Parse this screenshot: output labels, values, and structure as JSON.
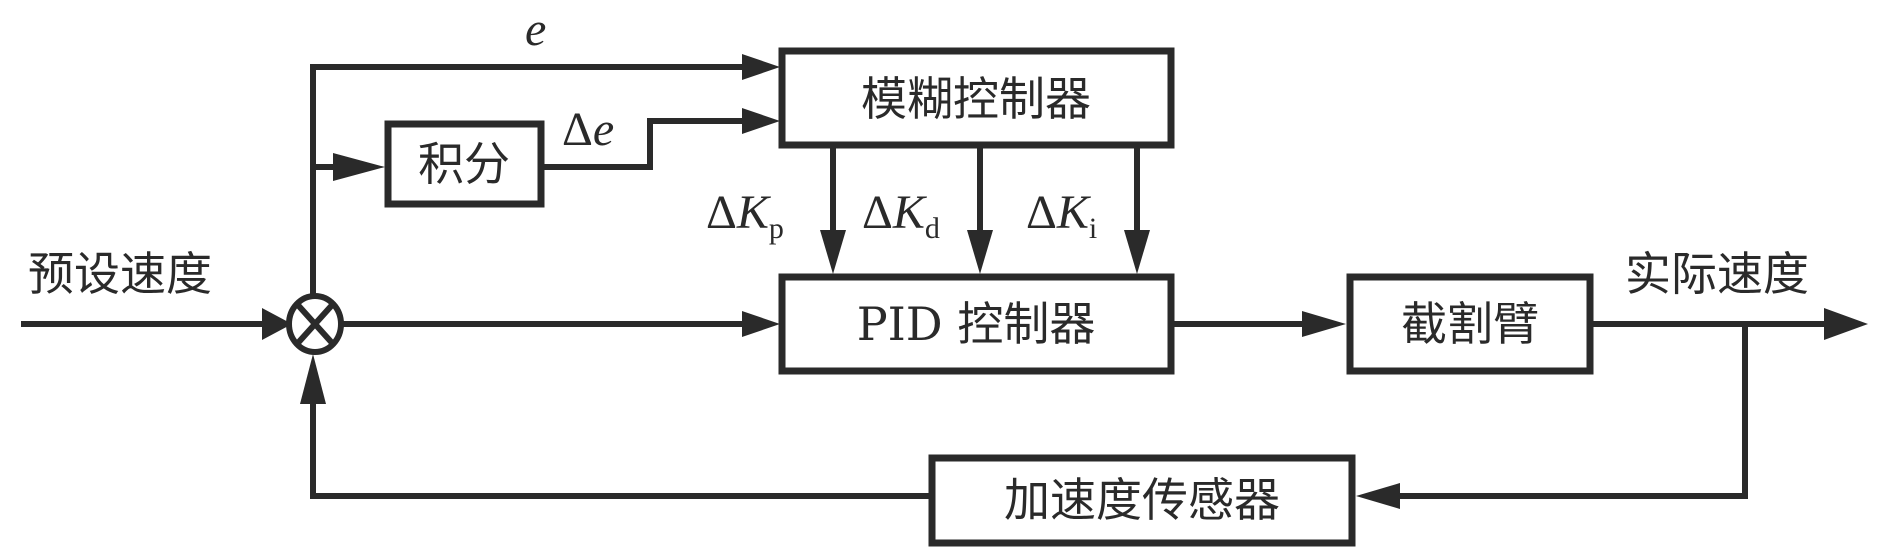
{
  "diagram": {
    "title": "",
    "blocks": {
      "fuzzy_controller": "模糊控制器",
      "integral": "积分",
      "pid_controller": "PID 控制器",
      "cutting_arm": "截割臂",
      "accel_sensor": "加速度传感器"
    },
    "signals": {
      "input": "预设速度",
      "output": "实际速度",
      "error": "e",
      "delta_e_prefix": "Δ",
      "delta_e_var": "e",
      "kp_prefix": "Δ",
      "kp_var": "K",
      "kp_sub": "p",
      "kd_prefix": "Δ",
      "kd_var": "K",
      "kd_sub": "d",
      "ki_prefix": "Δ",
      "ki_var": "K",
      "ki_sub": "i"
    },
    "junction_symbol": "multiply-cross",
    "colors": {
      "stroke": "#2a2a2a",
      "background": "#ffffff"
    }
  }
}
